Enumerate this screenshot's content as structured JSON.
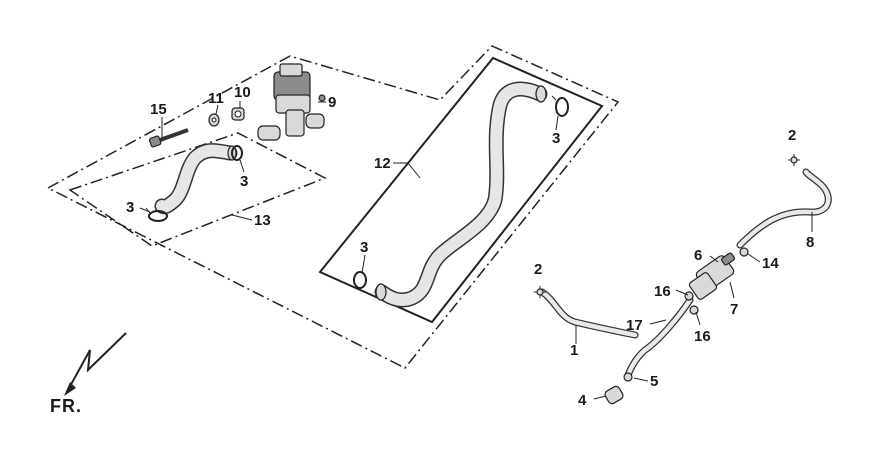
{
  "callouts": {
    "c1": "1",
    "c2a": "2",
    "c2b": "2",
    "c3a": "3",
    "c3b": "3",
    "c3c": "3",
    "c3d": "3",
    "c4": "4",
    "c5": "5",
    "c6": "6",
    "c7": "7",
    "c8": "8",
    "c9": "9",
    "c10": "10",
    "c11": "11",
    "c12": "12",
    "c13": "13",
    "c14": "14",
    "c15": "15",
    "c16a": "16",
    "c16b": "16",
    "c17": "17"
  },
  "orientation": {
    "front_label": "FR."
  },
  "colors": {
    "line": "#222222",
    "part_fill": "#d9d9d9",
    "hose_fill": "#e6e6e6",
    "background": "#ffffff"
  }
}
